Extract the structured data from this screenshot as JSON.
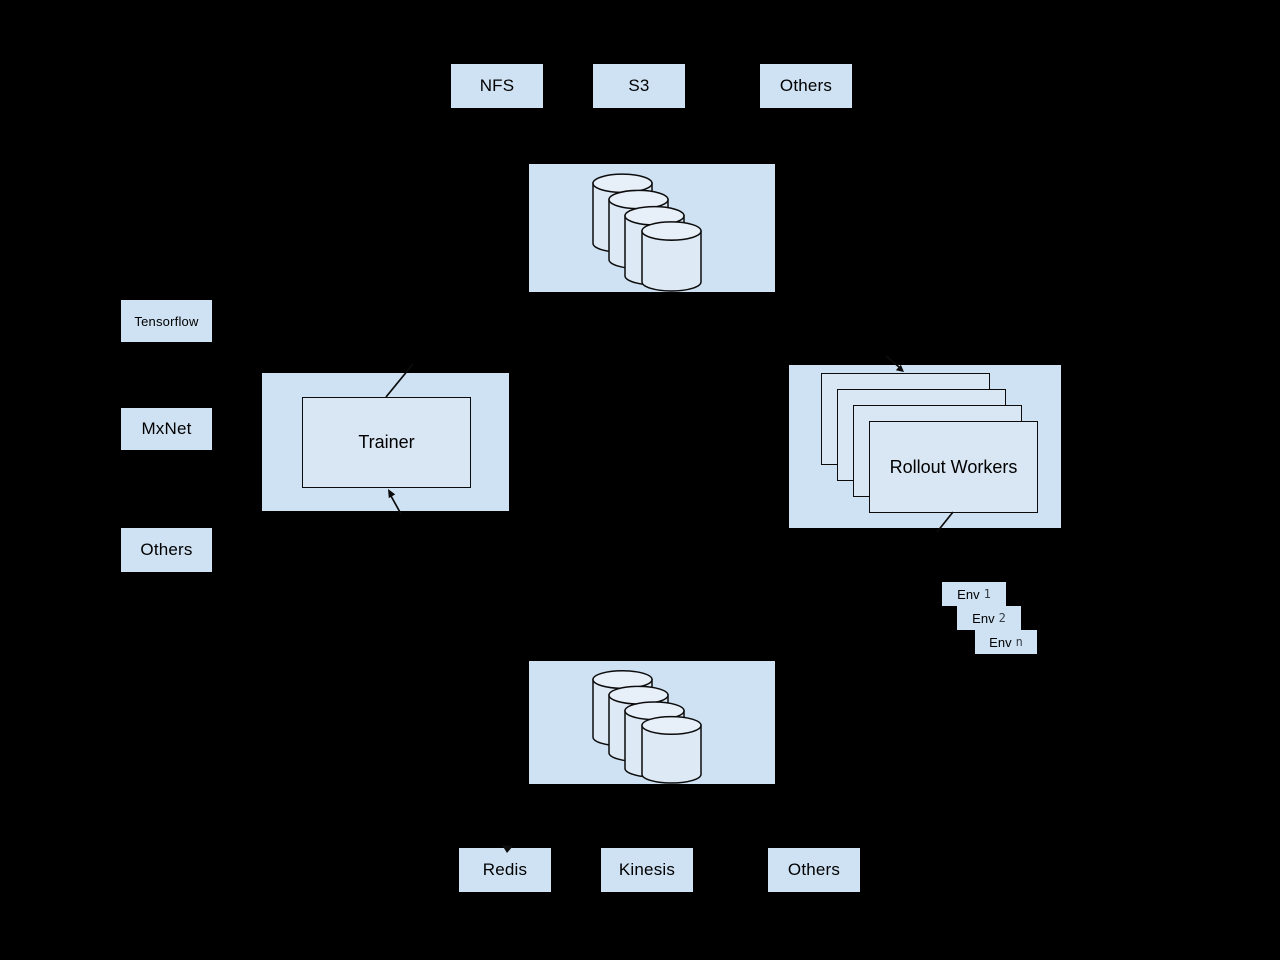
{
  "colors": {
    "background": "#000000",
    "box_fill": "#cfe2f3",
    "card_fill": "#d9e6f4",
    "cylinder_fill": "#dde9f5",
    "cylinder_top_fill": "#e7eff9",
    "stroke": "#0c0c0c",
    "text": "#000000"
  },
  "nodes": {
    "top_row": [
      {
        "label": "NFS"
      },
      {
        "label": "S3"
      },
      {
        "label": "Others"
      }
    ],
    "frameworks": [
      {
        "label": "Tensorflow"
      },
      {
        "label": "MxNet"
      },
      {
        "label": "Others"
      }
    ],
    "trainer": {
      "label": "Trainer"
    },
    "rollout_workers": {
      "label": "Rollout Workers"
    },
    "environments": [
      {
        "label": "Env",
        "index": "1"
      },
      {
        "label": "Env",
        "index": "2"
      },
      {
        "label": "Env",
        "index": "n"
      }
    ],
    "bottom_row": [
      {
        "label": "Redis"
      },
      {
        "label": "Kinesis"
      },
      {
        "label": "Others"
      }
    ],
    "storage_top": {
      "icon": "database-cylinders"
    },
    "storage_bottom": {
      "icon": "database-cylinders"
    }
  }
}
